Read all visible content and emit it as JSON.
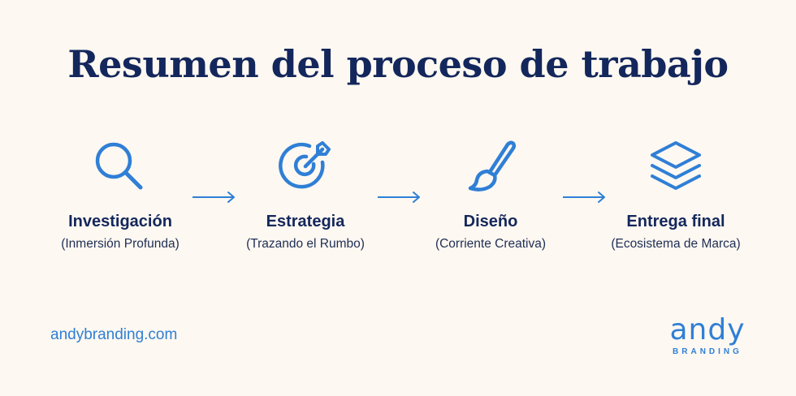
{
  "title": "Resumen del proceso de trabajo",
  "accent_color": "#2f7fd6",
  "text_color": "#14275c",
  "steps": [
    {
      "icon": "search-icon",
      "label": "Investigación",
      "sub": "(Inmersión Profunda)"
    },
    {
      "icon": "target-icon",
      "label": "Estrategia",
      "sub": "(Trazando el Rumbo)"
    },
    {
      "icon": "paintbrush-icon",
      "label": "Diseño",
      "sub": "(Corriente Creativa)"
    },
    {
      "icon": "layers-icon",
      "label": "Entrega final",
      "sub": "(Ecosistema de Marca)"
    }
  ],
  "footer": {
    "url": "andybranding.com",
    "logo_word": "andy",
    "logo_sub": "BRANDING"
  }
}
